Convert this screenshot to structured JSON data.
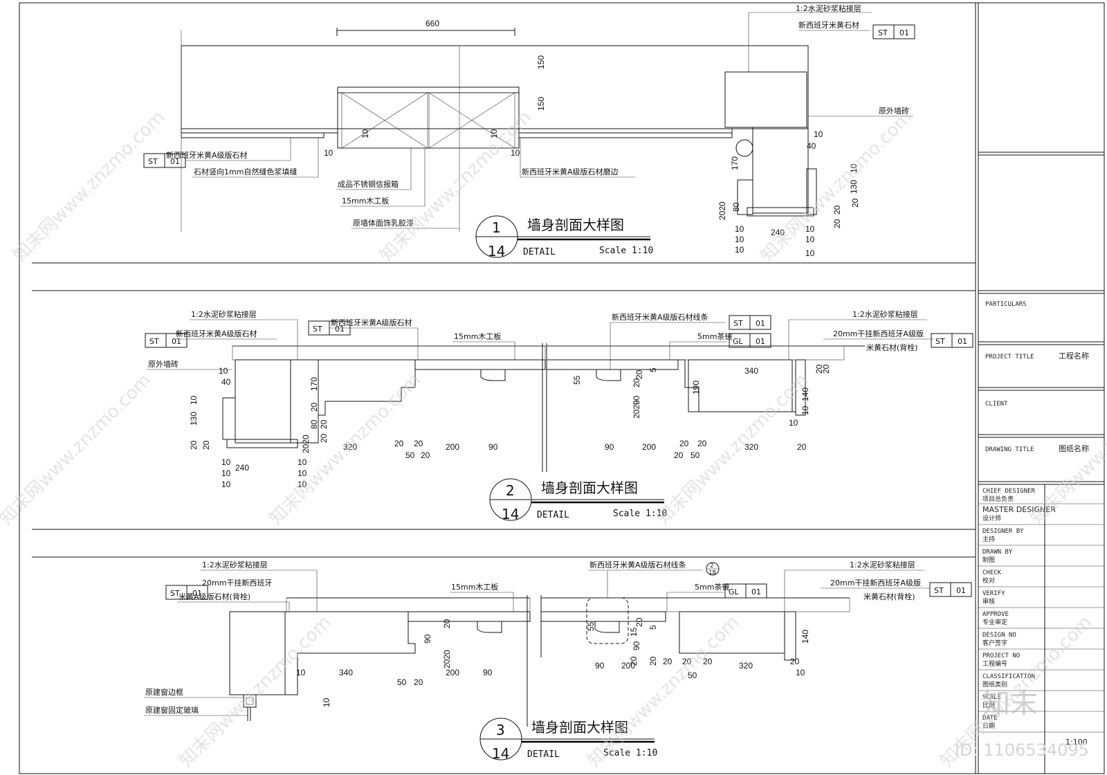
{
  "scale_labels": {
    "detail": "DETAIL",
    "scale": "Scale 1:10",
    "sheet": "14"
  },
  "details": [
    {
      "number": "1",
      "title": "墙身剖面大样图"
    },
    {
      "number": "2",
      "title": "墙身剖面大样图"
    },
    {
      "number": "3",
      "title": "墙身剖面大样图"
    }
  ],
  "tags": {
    "st": "ST",
    "gl": "GL",
    "num": "01"
  },
  "d1": {
    "dim_top": "660",
    "dim_v150a": "150",
    "dim_v150b": "150",
    "dim_10a": "10",
    "dim_10b": "10",
    "dim_10c": "10",
    "dim_10d": "10",
    "dim_10e": "10",
    "dim_40": "40",
    "dim_170": "170",
    "dim_130": "130",
    "dim_20a": "20",
    "dim_2020": "2020",
    "dim_80": "80",
    "dim_20b": "20",
    "dim_20c": "20",
    "dim_240": "240",
    "dim_b10a": "10",
    "dim_b10b": "10",
    "dim_b10c": "10",
    "dim_b10d": "10",
    "dim_b10e": "10",
    "dim_b10f": "10",
    "lbl_mortar": "1:2水泥砂浆粘接层",
    "lbl_stone_top": "新西班牙米黄石材",
    "lbl_wall_tile": "原外墙砖",
    "lbl_stone_a": "新西班牙米黄A级版石材",
    "lbl_joint": "石材竖向1mm自然缝色浆填缝",
    "lbl_box": "成品不锈钢信报箱",
    "lbl_wood": "15mm木工板",
    "lbl_paint": "原墙体面饰乳胶漆",
    "lbl_edge": "新西班牙米黄A级版石材磨边"
  },
  "d2": {
    "lbl_mortar_l": "1:2水泥砂浆粘接层",
    "lbl_stone_l": "新西班牙米黄A级版石材",
    "lbl_stone_m": "新西班牙米黄A级版石材",
    "lbl_wall_tile": "原外墙砖",
    "lbl_wood": "15mm木工板",
    "lbl_line": "新西班牙米黄A级版石材线条",
    "lbl_mirror": "5mm茶镜",
    "lbl_mortar_r": "1:2水泥砂浆粘接层",
    "lbl_hang": "20mm干挂新西班牙A级版",
    "lbl_back": "米黄石材(背栓)",
    "dims": [
      "10",
      "40",
      "10",
      "130",
      "20",
      "20",
      "170",
      "20",
      "80",
      "20",
      "2020",
      "20",
      "320",
      "20",
      "20",
      "200",
      "90",
      "50",
      "20",
      "240",
      "10",
      "10",
      "10",
      "10",
      "10",
      "10",
      "55",
      "20",
      "5",
      "20",
      "90",
      "2020",
      "340",
      "190",
      "140",
      "20",
      "20",
      "10",
      "10",
      "90",
      "200",
      "20",
      "20",
      "320",
      "20",
      "20",
      "50"
    ]
  },
  "d3": {
    "lbl_mortar_l": "1:2水泥砂浆粘接层",
    "lbl_hang_l": "20mm干挂新西班牙",
    "lbl_back_l": "米黄A级版石材(背栓)",
    "lbl_wood": "15mm木工板",
    "lbl_line": "新西班牙米黄A级版石材线条",
    "lbl_callout_top": "2",
    "lbl_callout_bot": "18",
    "lbl_mirror": "5mm茶镜",
    "lbl_mortar_r": "1:2水泥砂浆粘接层",
    "lbl_hang_r": "20mm干挂新西班牙A级版",
    "lbl_back_r": "米黄石材(背栓)",
    "lbl_frame": "原建窗边框",
    "lbl_glass": "原建窗固定玻璃",
    "dims": [
      "20",
      "90",
      "2020",
      "10",
      "340",
      "50",
      "20",
      "200",
      "90",
      "10",
      "55",
      "20",
      "15",
      "90",
      "5",
      "20",
      "20",
      "90",
      "200",
      "20",
      "20",
      "20",
      "320",
      "20",
      "50",
      "140",
      "10"
    ]
  },
  "titleblock": {
    "particulars": "PARTICULARS",
    "project_title": "PROJECT TITLE",
    "project_title_cn": "工程名称",
    "client": "CLIENT",
    "drawing_title": "DRAWING TITLE",
    "drawing_title_cn": "图纸名称",
    "rows": [
      {
        "en": "CHIEF DESIGNER",
        "cn": "项目总负责"
      },
      {
        "en": "MASTER DESIGNER",
        "cn": "设计师"
      },
      {
        "en": "DESIGNER BY",
        "cn": "主持"
      },
      {
        "en": "DRAWN BY",
        "cn": "制图"
      },
      {
        "en": "CHECK",
        "cn": "校对"
      },
      {
        "en": "VERIFY",
        "cn": "审核"
      },
      {
        "en": "APPROVE",
        "cn": "专业审定"
      },
      {
        "en": "DESIGN NO",
        "cn": "客户签字"
      },
      {
        "en": "PROJECT NO",
        "cn": "工程编号"
      },
      {
        "en": "CLASSIFICATION",
        "cn": "图纸类别"
      },
      {
        "en": "SCALE",
        "cn": "比例"
      },
      {
        "en": "DATE",
        "cn": "日期"
      }
    ],
    "scale_value": "1:100"
  },
  "watermark": {
    "site": "知末网www.znzmo.com",
    "brand": "知末",
    "id": "ID: 1106534095"
  }
}
